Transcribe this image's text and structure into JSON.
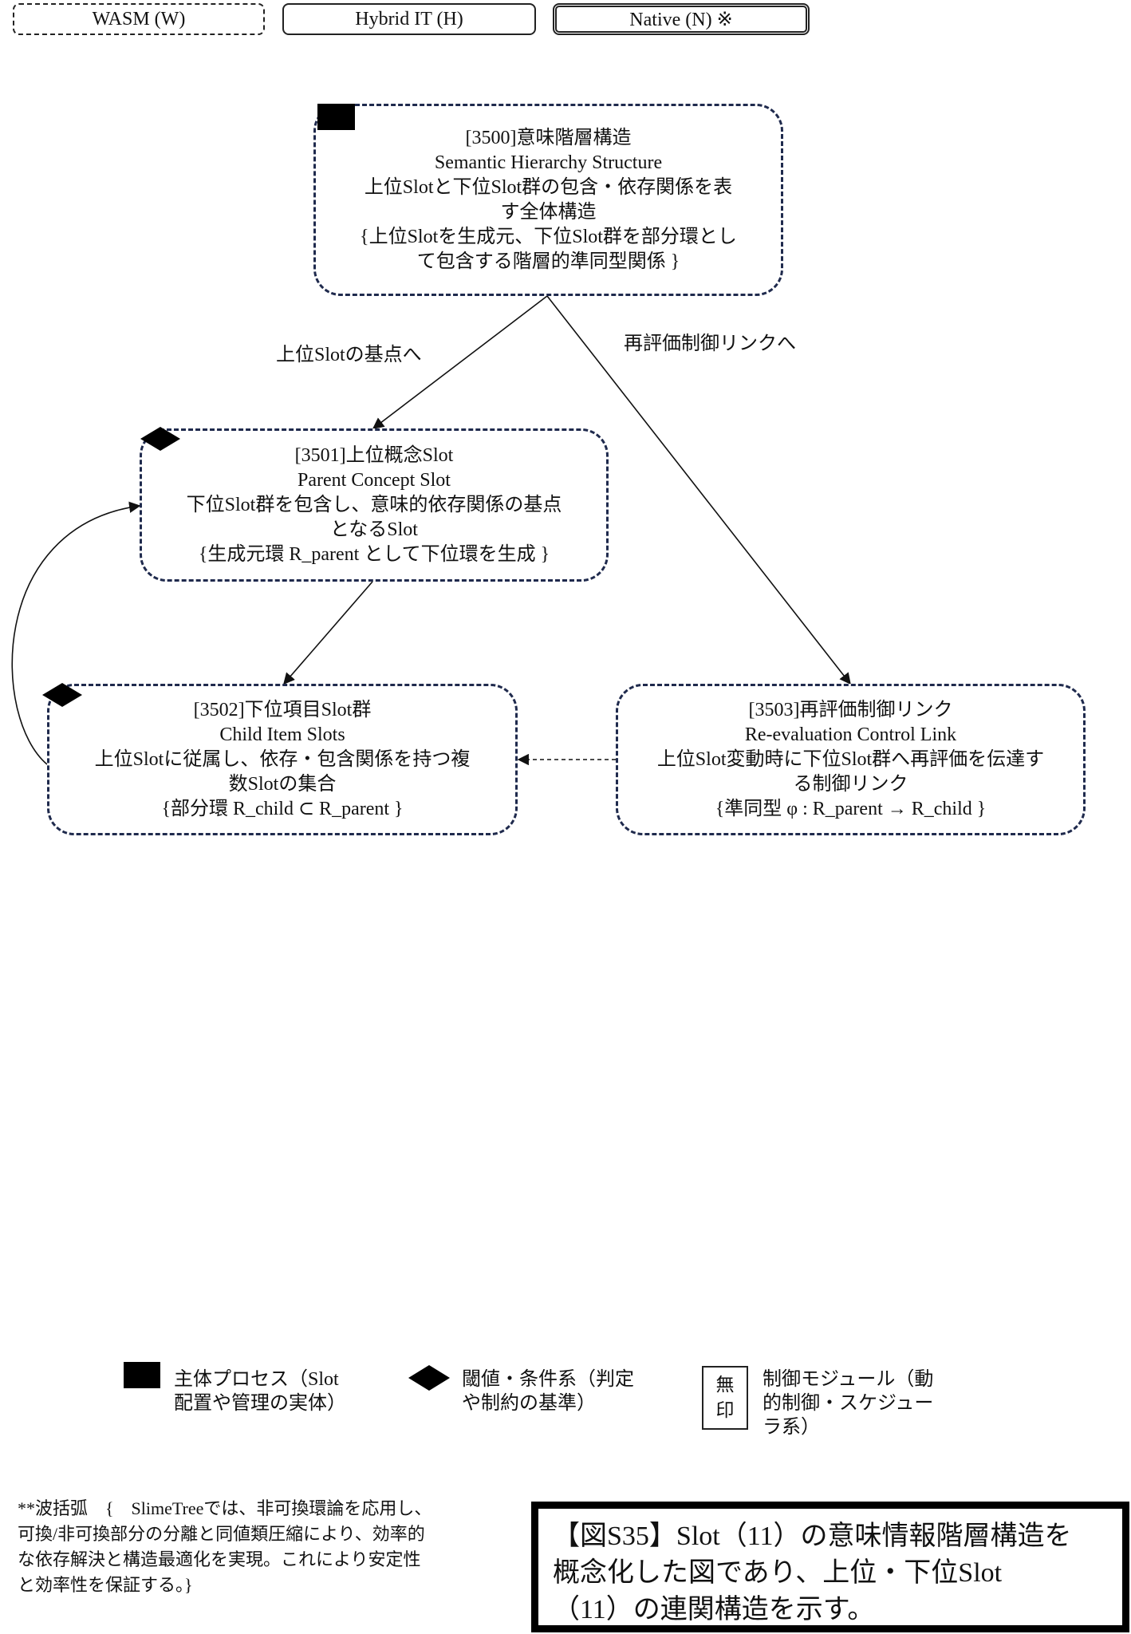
{
  "legend": {
    "wasm": "WASM (W)",
    "hybrid": "Hybrid IT (H)",
    "native": "Native (N) ※"
  },
  "nodes": {
    "n3500": {
      "lines": [
        "[3500]意味階層構造",
        "Semantic Hierarchy Structure",
        "上位Slotと下位Slot群の包含・依存関係を表",
        "す全体構造",
        "{上位Slotを生成元、下位Slot群を部分環とし",
        "て包含する階層的準同型関係 }"
      ],
      "marker": "rectangle"
    },
    "n3501": {
      "lines": [
        "[3501]上位概念Slot",
        "Parent Concept Slot",
        "下位Slot群を包含し、意味的依存関係の基点",
        "となるSlot",
        "{生成元環 R_parent として下位環を生成 }"
      ],
      "marker": "diamond"
    },
    "n3502": {
      "lines": [
        "[3502]下位項目Slot群",
        "Child Item Slots",
        "上位Slotに従属し、依存・包含関係を持つ複",
        "数Slotの集合",
        "{部分環 R_child ⊂ R_parent }"
      ],
      "marker": "diamond"
    },
    "n3503": {
      "lines": [
        "[3503]再評価制御リンク",
        "Re-evaluation Control Link",
        "上位Slot変動時に下位Slot群へ再評価を伝達す",
        "る制御リンク",
        "{準同型 φ : R_parent → R_child }"
      ],
      "marker": "none"
    }
  },
  "edges": {
    "to_parent_label": "上位Slotの基点へ",
    "to_link_label": "再評価制御リンクへ"
  },
  "key": {
    "main_process": [
      "主体プロセス（Slot",
      "配置や管理の実体）"
    ],
    "threshold": [
      "閾値・条件系（判定",
      "や制約の基準）"
    ],
    "plain_mark": [
      "無",
      "印"
    ],
    "control_module": [
      "制御モジュール（動",
      "的制御・スケジュー",
      "ラ系）"
    ]
  },
  "footnote": [
    "**波括弧　{　SlimeTreeでは、非可換環論を応用し、",
    "可換/非可換部分の分離と同値類圧縮により、効率的",
    "な依存解決と構造最適化を実現。これにより安定性",
    "と効率性を保証する。}"
  ],
  "caption": [
    "【図S35】Slot（11）の意味情報階層構造を",
    "概念化した図であり、上位・下位Slot",
    "（11）の連関構造を示す。"
  ],
  "colors": {
    "node_border": "#1f2a4d",
    "line": "#111111"
  }
}
